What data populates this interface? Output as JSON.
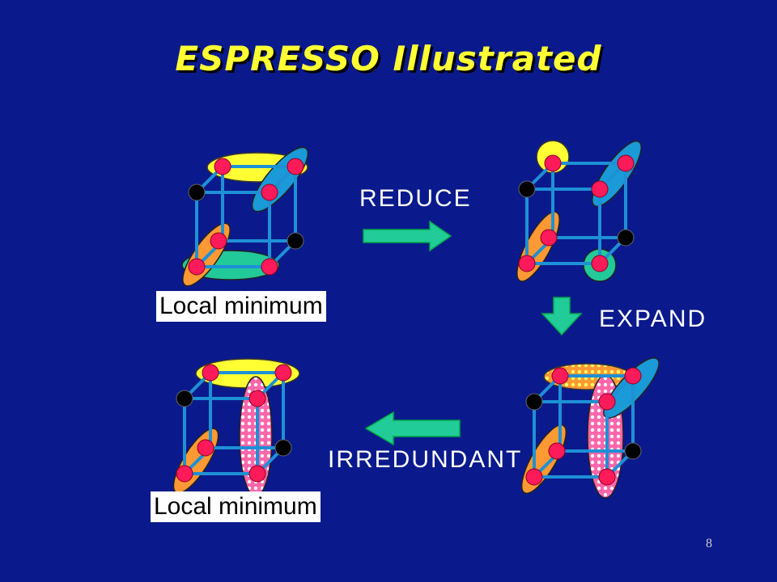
{
  "slide": {
    "title": "ESPRESSO Illustrated",
    "page_number": "8",
    "colors": {
      "background": "#0a1a8c",
      "title": "#ffff33",
      "cube_edge": "#1e90d6",
      "minterm_true": "#ff1a5a",
      "minterm_false": "#000000",
      "arrow": "#22cc99"
    }
  },
  "diagram": {
    "steps": {
      "top_left_label": "Local minimum",
      "reduce": "REDUCE",
      "expand": "EXPAND",
      "irredundant": "IRREDUNDANT",
      "bottom_left_label": "Local minimum"
    }
  }
}
